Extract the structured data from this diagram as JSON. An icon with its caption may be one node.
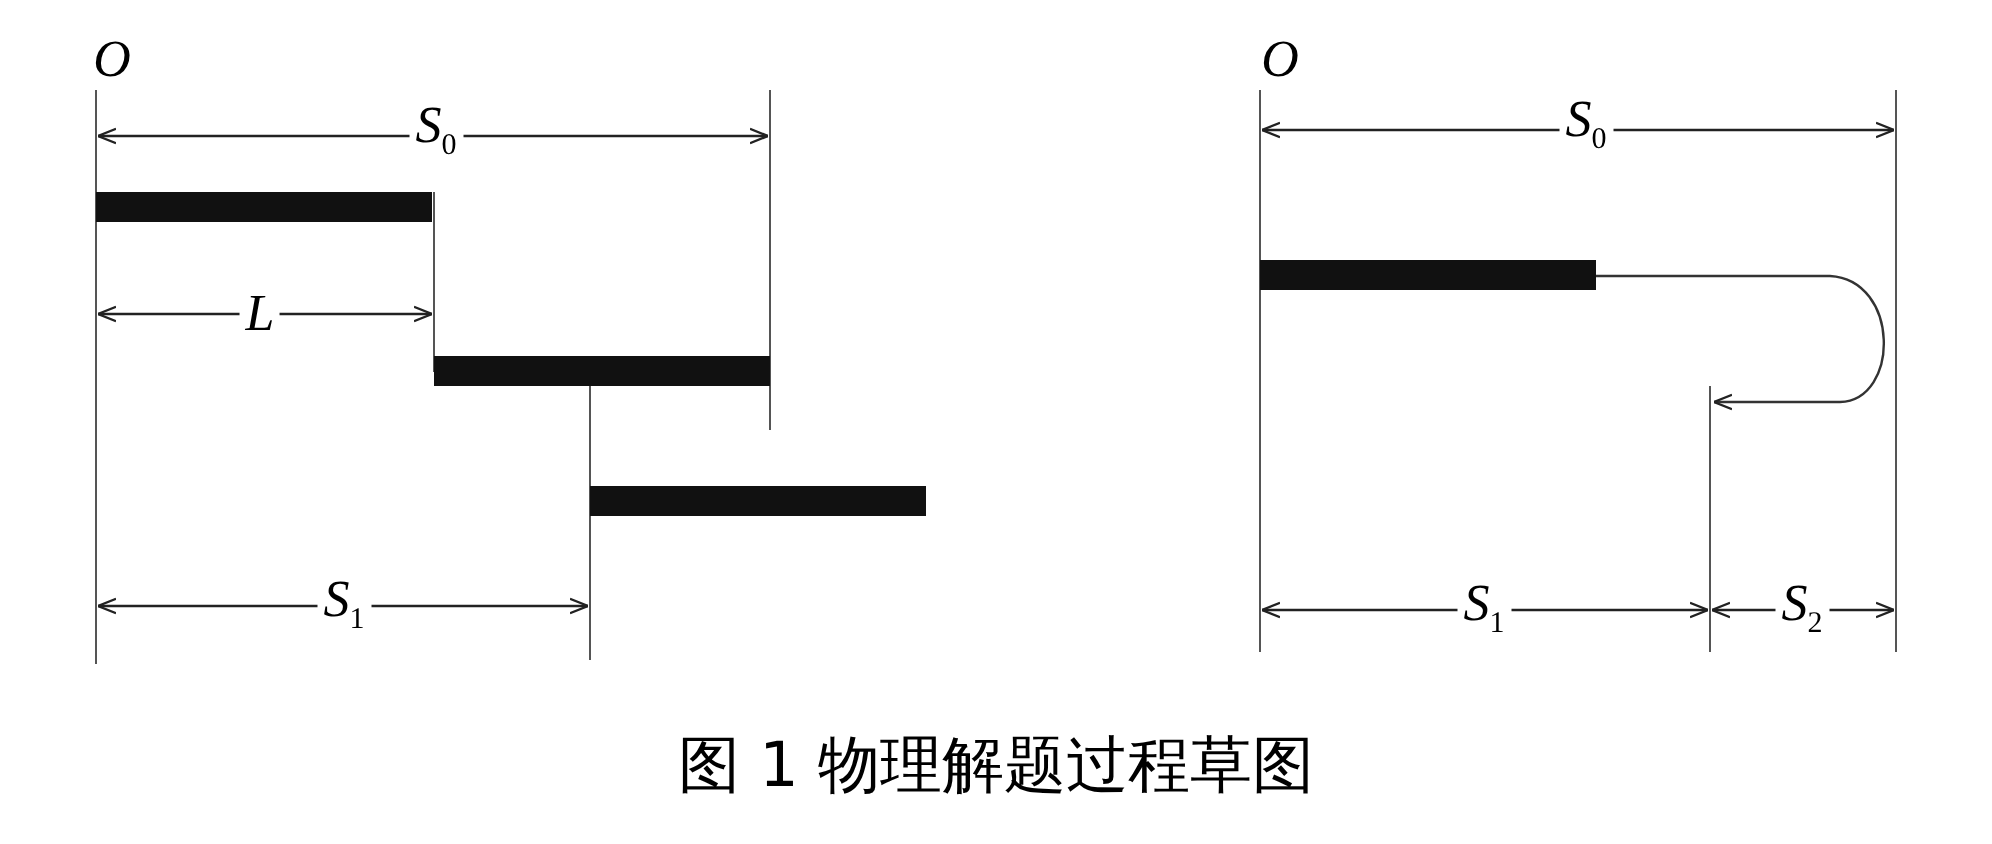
{
  "diagram": {
    "caption": "图 1 物理解题过程草图",
    "labels": [
      "O",
      "O",
      "S$_{0}$",
      "S$_{0}$",
      "L",
      "S$_{1}$",
      "S$_{1}$",
      "S$_{2}$"
    ]
  }
}
